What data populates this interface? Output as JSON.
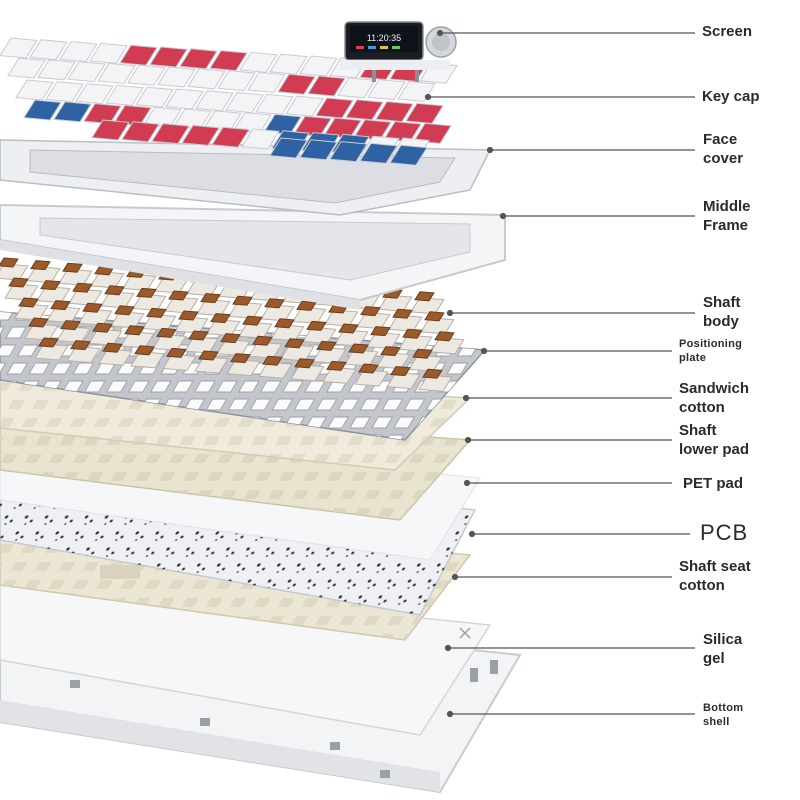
{
  "labels": {
    "screen": [
      "Screen"
    ],
    "key_cap": [
      "Key cap"
    ],
    "face_cover": [
      "Face",
      "cover"
    ],
    "middle_frame": [
      "Middle",
      "Frame"
    ],
    "shaft_body": [
      "Shaft",
      "body"
    ],
    "positioning_plate": [
      "Positioning",
      "plate"
    ],
    "sandwich_cotton": [
      "Sandwich",
      "cotton"
    ],
    "shaft_lower_pad": [
      "Shaft",
      "lower pad"
    ],
    "pet_pad": [
      "PET pad"
    ],
    "pcb": [
      "PCB"
    ],
    "shaft_seat_cotton": [
      "Shaft seat",
      "cotton"
    ],
    "silica_gel": [
      "Silica",
      "gel"
    ],
    "bottom_shell": [
      "Bottom",
      "shell"
    ]
  },
  "screen_clock": "11:20:35",
  "colors": {
    "keycap_red": "#d23c52",
    "keycap_blue": "#2f62a2",
    "keycap_white": "#f4f4f6",
    "switch_brown": "#9a5a2c",
    "plate_grey": "#bfc2c8",
    "cotton_cream": "#ece7d4",
    "pcb_white": "#eef0f4",
    "shell_white": "#f5f6f8",
    "leader_line": "#555555",
    "label_text": "#2b2b2b"
  }
}
